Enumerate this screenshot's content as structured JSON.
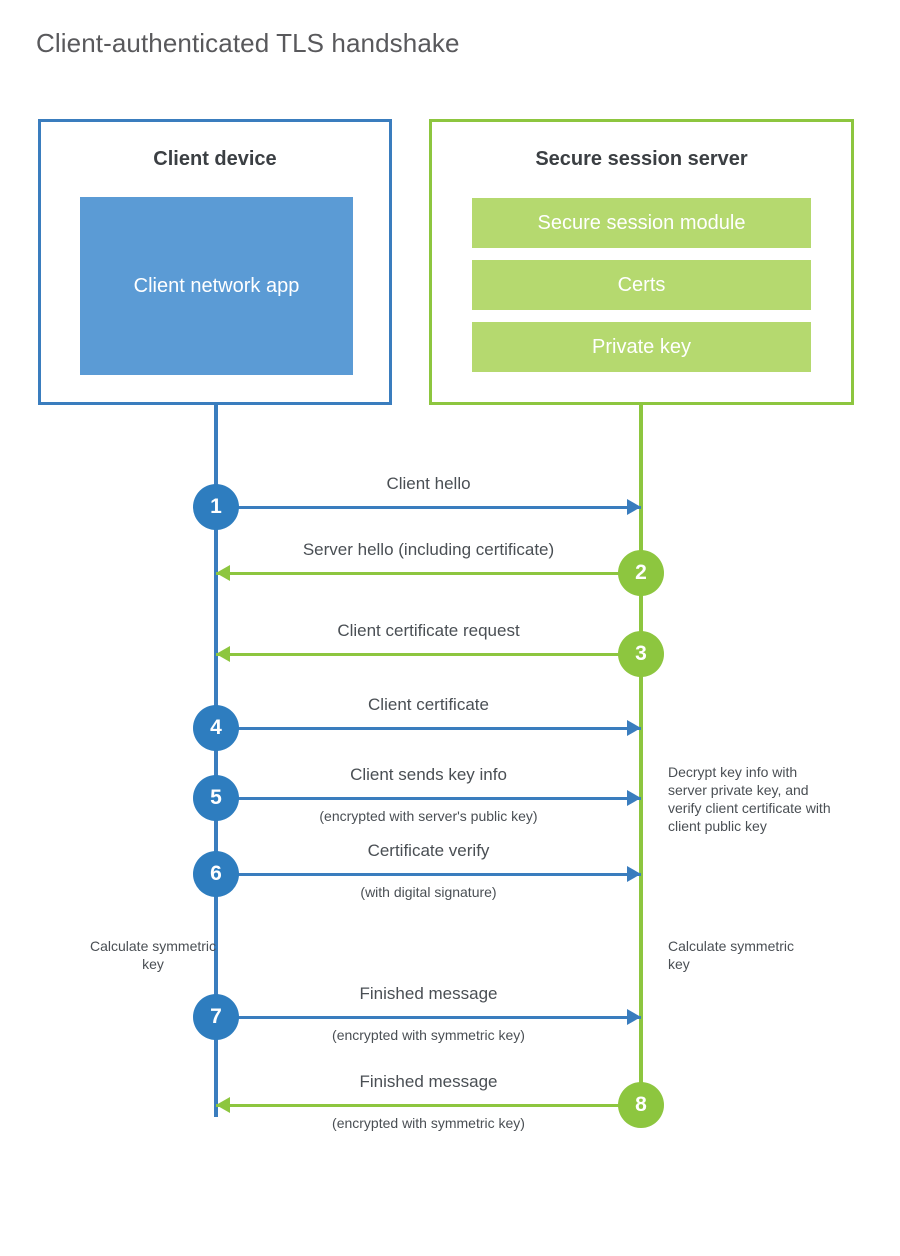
{
  "page": {
    "title": "Client-authenticated TLS handshake",
    "background": "#ffffff"
  },
  "colors": {
    "client_accent": "#3a7dbe",
    "client_fill": "#5b9bd5",
    "client_badge": "#2e7dbf",
    "server_accent": "#8dc63f",
    "server_fill": "#b5d96f",
    "text": "#4a4f54",
    "title_text": "#59595c"
  },
  "actors": {
    "client": {
      "title": "Client device",
      "app_label": "Client network app"
    },
    "server": {
      "title": "Secure session server",
      "components": [
        "Secure session module",
        "Certs",
        "Private key"
      ]
    }
  },
  "messages": [
    {
      "step": "1",
      "label": "Client hello",
      "sub": "",
      "direction": "client-to-server",
      "badge_side": "client",
      "color": "#3a7dbe"
    },
    {
      "step": "2",
      "label": "Server hello (including certificate)",
      "sub": "",
      "direction": "server-to-client",
      "badge_side": "server",
      "color": "#8dc63f"
    },
    {
      "step": "3",
      "label": "Client certificate request",
      "sub": "",
      "direction": "server-to-client",
      "badge_side": "server",
      "color": "#8dc63f"
    },
    {
      "step": "4",
      "label": "Client certificate",
      "sub": "",
      "direction": "client-to-server",
      "badge_side": "client",
      "color": "#3a7dbe"
    },
    {
      "step": "5",
      "label": "Client sends key info",
      "sub": "(encrypted with server's public key)",
      "direction": "client-to-server",
      "badge_side": "client",
      "color": "#3a7dbe"
    },
    {
      "step": "6",
      "label": "Certificate verify",
      "sub": "(with digital signature)",
      "direction": "client-to-server",
      "badge_side": "client",
      "color": "#3a7dbe"
    },
    {
      "step": "7",
      "label": "Finished message",
      "sub": "(encrypted with symmetric key)",
      "direction": "client-to-server",
      "badge_side": "client",
      "color": "#3a7dbe"
    },
    {
      "step": "8",
      "label": "Finished message",
      "sub": "(encrypted with symmetric key)",
      "direction": "server-to-client",
      "badge_side": "server",
      "color": "#8dc63f"
    }
  ],
  "annotations": {
    "server_decrypt": "Decrypt key info with server private key, and verify client certificate with client public key",
    "client_calculate": "Calculate symmetric key",
    "server_calculate": "Calculate symmetric key"
  }
}
